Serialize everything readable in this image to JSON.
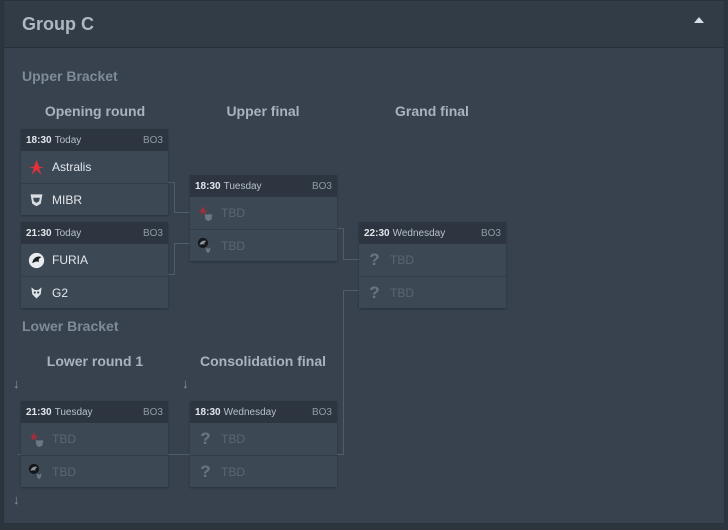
{
  "group": {
    "title": "Group C"
  },
  "sections": {
    "upper": "Upper Bracket",
    "lower": "Lower Bracket"
  },
  "rounds": {
    "opening": "Opening round",
    "upper_final": "Upper final",
    "grand_final": "Grand final",
    "lower_round1": "Lower round 1",
    "consolidation": "Consolidation final"
  },
  "matches": {
    "m1": {
      "time": "18:30",
      "day": "Today",
      "format": "BO3",
      "team1": "Astralis",
      "team1_icon": "astralis-logo-icon",
      "team2": "MIBR",
      "team2_icon": "mibr-logo-icon"
    },
    "m2": {
      "time": "21:30",
      "day": "Today",
      "format": "BO3",
      "team1": "FURIA",
      "team1_icon": "furia-logo-icon",
      "team2": "G2",
      "team2_icon": "g2-logo-icon"
    },
    "m3": {
      "time": "18:30",
      "day": "Tuesday",
      "format": "BO3",
      "team1": "TBD",
      "team1_icon": "astralis-mibr-placeholder-icon",
      "team2": "TBD",
      "team2_icon": "furia-g2-placeholder-icon"
    },
    "m4": {
      "time": "22:30",
      "day": "Wednesday",
      "format": "BO3",
      "team1": "TBD",
      "team1_icon": "question-mark-icon",
      "team2": "TBD",
      "team2_icon": "question-mark-icon"
    },
    "m5": {
      "time": "21:30",
      "day": "Tuesday",
      "format": "BO3",
      "team1": "TBD",
      "team1_icon": "astralis-mibr-placeholder-icon",
      "team2": "TBD",
      "team2_icon": "furia-g2-placeholder-icon"
    },
    "m6": {
      "time": "18:30",
      "day": "Wednesday",
      "format": "BO3",
      "team1": "TBD",
      "team1_icon": "question-mark-icon",
      "team2": "TBD",
      "team2_icon": "question-mark-icon"
    }
  },
  "icons": {
    "question": "?",
    "arrow_down": "↓"
  },
  "colors": {
    "panel": "#37424e",
    "header": "#323c47",
    "card": "#3d4855",
    "card_head": "#2d3640",
    "astralis_red": "#e0303a"
  }
}
